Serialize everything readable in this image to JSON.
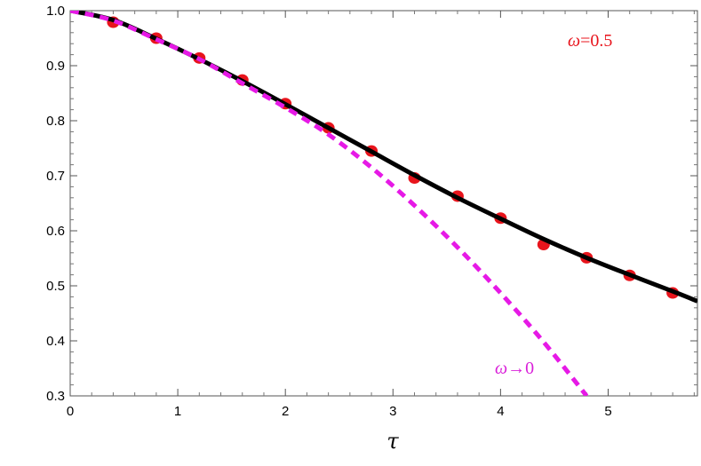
{
  "chart_data": {
    "type": "line",
    "xlabel": "τ",
    "ylabel": "",
    "xlim": [
      0,
      5.83
    ],
    "ylim": [
      0.3,
      1.0
    ],
    "x_ticks": [
      0,
      1,
      2,
      3,
      4,
      5
    ],
    "x_tick_labels": [
      "0",
      "1",
      "2",
      "3",
      "4",
      "5"
    ],
    "y_ticks": [
      0.3,
      0.4,
      0.5,
      0.6,
      0.7,
      0.8,
      0.9,
      1.0
    ],
    "y_tick_labels": [
      "0.3",
      "0.4",
      "0.5",
      "0.6",
      "0.7",
      "0.8",
      "0.9",
      "1.0"
    ],
    "grid": false,
    "annotations": [
      {
        "text_italic": "ω",
        "text": "=0.5",
        "color": "#e8141c"
      },
      {
        "text_italic": "ω",
        "text": "→0",
        "color": "#d91fd9"
      }
    ],
    "series": [
      {
        "style": "solid",
        "color": "#000000",
        "x": [
          0,
          0.4,
          0.8,
          1.2,
          1.6,
          2.0,
          2.4,
          2.8,
          3.2,
          3.6,
          4.0,
          4.4,
          4.8,
          5.2,
          5.6,
          5.83
        ],
        "y": [
          1.0,
          0.983,
          0.949,
          0.912,
          0.872,
          0.83,
          0.787,
          0.744,
          0.701,
          0.66,
          0.622,
          0.585,
          0.551,
          0.52,
          0.49,
          0.472
        ]
      },
      {
        "style": "dashed",
        "color": "#e619e6",
        "x": [
          0,
          0.4,
          0.8,
          1.2,
          1.6,
          2.0,
          2.4,
          2.8,
          3.2,
          3.6,
          4.0,
          4.4,
          4.8
        ],
        "y": [
          1.0,
          0.982,
          0.948,
          0.912,
          0.868,
          0.824,
          0.775,
          0.715,
          0.646,
          0.57,
          0.487,
          0.398,
          0.3
        ]
      },
      {
        "style": "markers",
        "color": "#e8141c",
        "x": [
          0.4,
          0.8,
          1.2,
          1.6,
          2.0,
          2.4,
          2.8,
          3.2,
          3.6,
          4.0,
          4.4,
          4.8,
          5.2,
          5.6
        ],
        "y": [
          0.979,
          0.95,
          0.914,
          0.874,
          0.831,
          0.787,
          0.745,
          0.696,
          0.663,
          0.623,
          0.575,
          0.551,
          0.519,
          0.487
        ]
      }
    ]
  }
}
